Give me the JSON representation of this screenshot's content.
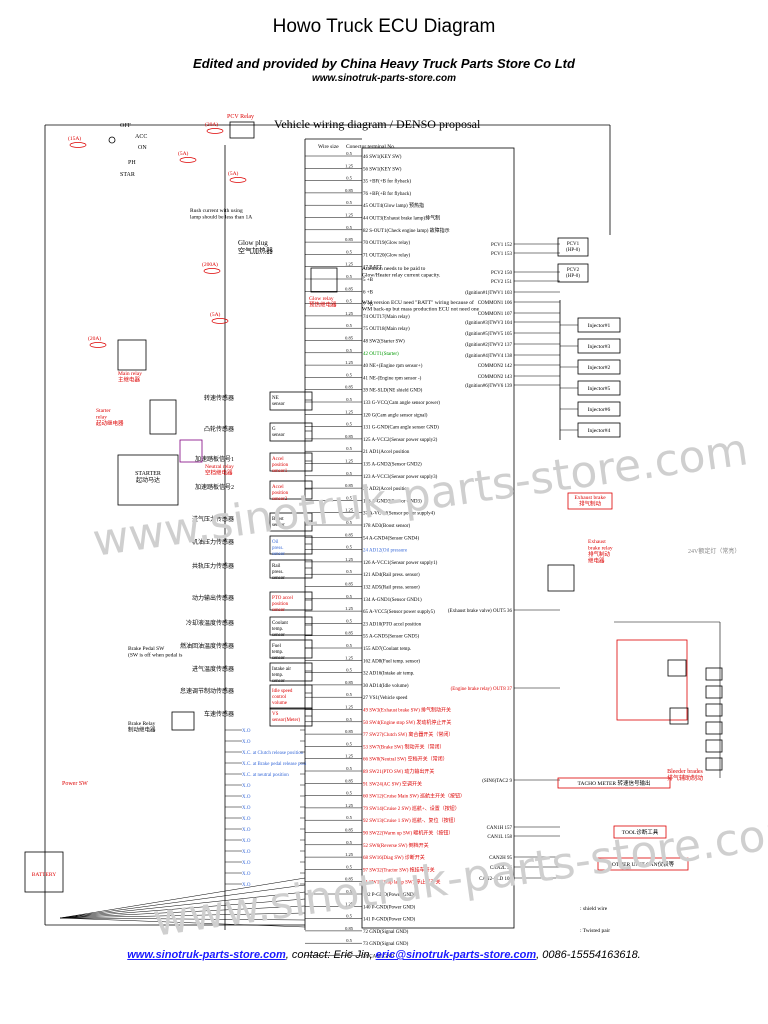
{
  "header": {
    "title": "Howo Truck ECU Diagram",
    "subtitle": "Edited and provided by China Heavy Truck Parts Store Co Ltd",
    "website": "www.sinotruk-parts-store.com"
  },
  "watermark": "www.sinotruk-parts-store.com",
  "diagram": {
    "heading": "Vehicle wiring diagram / DENSO proposal",
    "col_labels": [
      "Wire size",
      "Conector terminal No."
    ],
    "ign_switch": [
      "OFF",
      "ACC",
      "ON",
      "PH",
      "STAR"
    ],
    "fuses": [
      "(15A)",
      "(20A)",
      "(5A)",
      "(5A)",
      "(200A)",
      "(5A)",
      "(20A)"
    ],
    "pcv_relay": "PCV Relay",
    "glow_plug": "Glow plug\n空气加热器",
    "glow_relay": "Glow relay\n预热继电器",
    "main_relay": "Main relay\n主继电器",
    "starter_relay": "Starter\nrelay\n起动继电器",
    "starter": "STARTER\n起动马达",
    "neutral_relay": "Neutral relay\n空档继电器",
    "rush_note": "Rush current with using\nlamp should be less than 1A",
    "attention": "Attention needs to be paid to\nGlow/Heater relay current capacity.",
    "wm_note": "WM version ECU need \"BATT\" wiring because of\nWM back-up but mass production ECU not need one",
    "brake_pedal": "Brake Pedal SW\n(SW is off when pedal is",
    "brake_relay": "Brake Relay\n制动继电器",
    "power_sw": "Power SW",
    "battery": "BATTERY",
    "exhaust_brake": "Exhaust brake\n排气制动",
    "exhaust_relay": "Exhaust\nbrake relay\n排气制动\n继电器",
    "bleeder": "Bleeder brades\n排气辅助制动",
    "tacho": "TACHO METER 转速信号输出",
    "tool": "TOOL诊断工具",
    "other_unit": "OTHER UNIT CAN仪表等",
    "shield_legend": ": shield wire",
    "twisted_legend": ": Twisted pair",
    "voltage_note": "24V额定灯（常亮）",
    "sensors": [
      "转速传感器",
      "凸轮传感器",
      "加速踏板信号1",
      "加速踏板信号2",
      "进气压力传感器",
      "机油压力传感器",
      "共轨压力传感器",
      "动力输出传感器",
      "冷却液温度传感器",
      "燃油回油温度传感器",
      "进气温度传感器",
      "怠速调节制动传感器",
      "车速传感器"
    ],
    "sensor_boxes": [
      "NE sensor",
      "G sensor",
      "Accel position sensor1",
      "Accel position sensor2",
      "Boost sensor",
      "Oil press. sensor",
      "Rail press. sensor",
      "PTO accel position sensor",
      "Coolant temp. sensor",
      "Fuel temp. sensor",
      "Intake air temp. sensor",
      "Idle speed control volume",
      "VS sensor(Meter)"
    ],
    "ecu_pins": [
      "46 SW1(KEY SW)",
      "56 SW1(KEY SW)",
      "35 +BF(+B for flyback)",
      "76 +BF(+B for flyback)",
      "45 OUT4(Glow lamp) 预热指",
      "44 OUT3(Exhaust brake lamp)排气制",
      "82 S-OUT1(Check engine lamp) 故障指示",
      "70 OUT19(Glow relay)",
      "71 OUT20(Glow relay)",
      "17 BATT",
      "5 +B",
      "6 +B",
      "7 +B",
      "74 OUT17(Main relay)",
      "75 OUT18(Main relay)",
      "48 SW2(Starter SW)",
      "42 OUT1(Starter)",
      "40 NE+(Engine rpm sensor+)",
      "41 NE-(Engine rpm sensor -)",
      "39 NE-SLD(NE shield GND)",
      "133 G-VCC(Cam angle sensor power)",
      "120 G(Cam angle sensor signal)",
      "131 G-GND(Cam angle sensor GND)",
      "125 A-VCC2(Sensor power supply2)",
      "21 AD1(Accel position",
      "135 A-GND2(Sensor GND2)",
      "123 A-VCC3(Sensor power supply3)",
      "22 AD2(Accel position",
      "136 A-GND3(Sensor GND3)",
      "37 A-VCC4(Sensor power supply4)",
      "178 AD3(Boost sensor)",
      "54 A-GND4(Sensor GND4)",
      "24 AD12(Oil pressure",
      "126 A-VCC1(Sensor power supply1)",
      "121 AD4(Rail press. sensor)",
      "132 AD5(Rail press. sensor)",
      "134 A-GND1(Sensor GND1)",
      "65 A-VCC5(Sensor power supply5)",
      "23 AD10(PTO accel position",
      "55 A-GND5(Sensor GND5)",
      "155 AD7(Coolant temp.",
      "162 AD8(Fuel temp. sensor)",
      "32 AD16(Intake air temp.",
      "30 AD14(Idle volume)",
      "27 VS1(Vehicle speed",
      "49 SW3(Exhaust brake SW) 排气制动开关",
      "50 SW4(Engine stop SW) 发动机停止开关",
      "77 SW27(Clutch SW) 离合器开关（常闭）",
      "53 SW7(Brake SW) 制动开关（常闭）",
      "66 SW8(Neutral SW) 空档开关（常闭）",
      "89 SW21(PTO SW) 动力输出开关",
      "91 SW24(AC SW) 空调开关",
      "60 SW12(Cruise Main SW) 巡航主开关（按钮）",
      "79 SW14(Cruise 2 SW) 巡航+、设置（按钮）",
      "92 SW13(Cruise 1 SW) 巡航-、复位（按钮）",
      "90 SW22(Warm up SW) 暖机开关（按钮）",
      "52 SW6(Reverse SW) 倒档开关",
      "68 SW16(Diag SW) 诊断开关",
      "97 SW32(Tractor SW) 拖挂车开关",
      "51 SW17(Stop lamp SW) 停止灯开关",
      "102 P-GND(Power GND)",
      "140 P-GND(Power GND)",
      "141 P-GND(Power GND)",
      "72 GND(Signal GND)",
      "73 GND(Signal GND)",
      "28 CASE GND"
    ],
    "right_pins": [
      "PCV1 152",
      "PCV1 153",
      "PCV2 150",
      "PCV2 151",
      "(Ignition#1)TWV1 103",
      "COMMON1 106",
      "COMMON1 107",
      "(Ignition#3)TWV3 104",
      "(Ignition#5)TWV5 105",
      "(Ignition#2)TWV2 137",
      "(Ignition#4)TWV4 138",
      "COMMON2 142",
      "COMMON2 143",
      "(Ignition#6)TWV6 139",
      "(Exhaust brake valve) OUT5 36",
      "(Engine brake relay) OUT8 37",
      "(SIN6)TAC2 9",
      "CAN1H 157",
      "CAN1L 158",
      "CAN2H 95",
      "CAN2L 96",
      "CAN2-SLD 101"
    ],
    "pcv": [
      "PCV1\n(HP-0)",
      "PCV2\n(HP-0)"
    ],
    "injectors": [
      "Injector#1",
      "Injector#3",
      "Injector#2",
      "Injector#5",
      "Injector#6",
      "Injector#4"
    ],
    "wire_sizes": [
      "0.5",
      "1.25",
      "0.5",
      "0.85"
    ]
  },
  "footer": {
    "link1": "www.sinotruk-parts-store.com",
    "contact": ", contact: Eric Jin, ",
    "email": "eric@sinotruk-parts-store.com",
    "phone": ", 0086-15554163618."
  }
}
